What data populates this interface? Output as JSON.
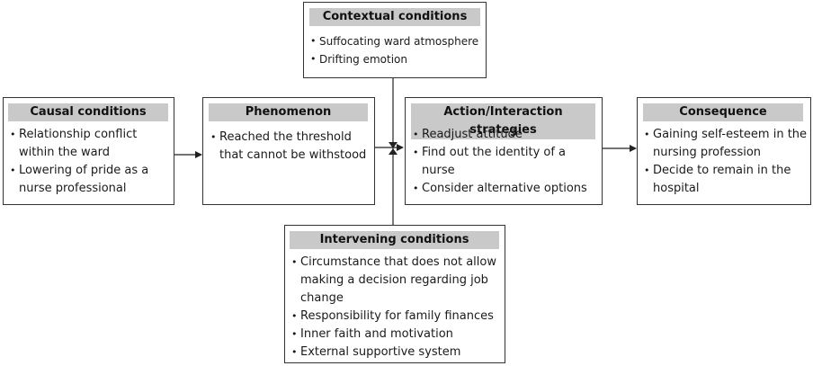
{
  "boxes": {
    "causal": {
      "title": "Causal conditions",
      "items": [
        "Relationship conflict within the ward",
        "Lowering of pride as a nurse professional"
      ]
    },
    "phenomenon": {
      "title": "Phenomenon",
      "items": [
        "Reached the threshold that cannot be withstood"
      ]
    },
    "contextual": {
      "title": "Contextual conditions",
      "items": [
        "Suffocating ward atmosphere",
        "Drifting emotion"
      ]
    },
    "action": {
      "title": "Action/Interaction strategies",
      "items": [
        "Readjust attitude",
        "Find out the identity of a nurse",
        "Consider alternative options"
      ]
    },
    "consequence": {
      "title": "Consequence",
      "items": [
        "Gaining self-esteem in the nursing profession",
        "Decide to remain in the hospital"
      ]
    },
    "intervening": {
      "title": "Intervening conditions",
      "items": [
        "Circumstance that does not allow making a decision regarding job change",
        "Responsibility for family finances",
        "Inner faith and motivation",
        "External supportive system"
      ]
    }
  }
}
